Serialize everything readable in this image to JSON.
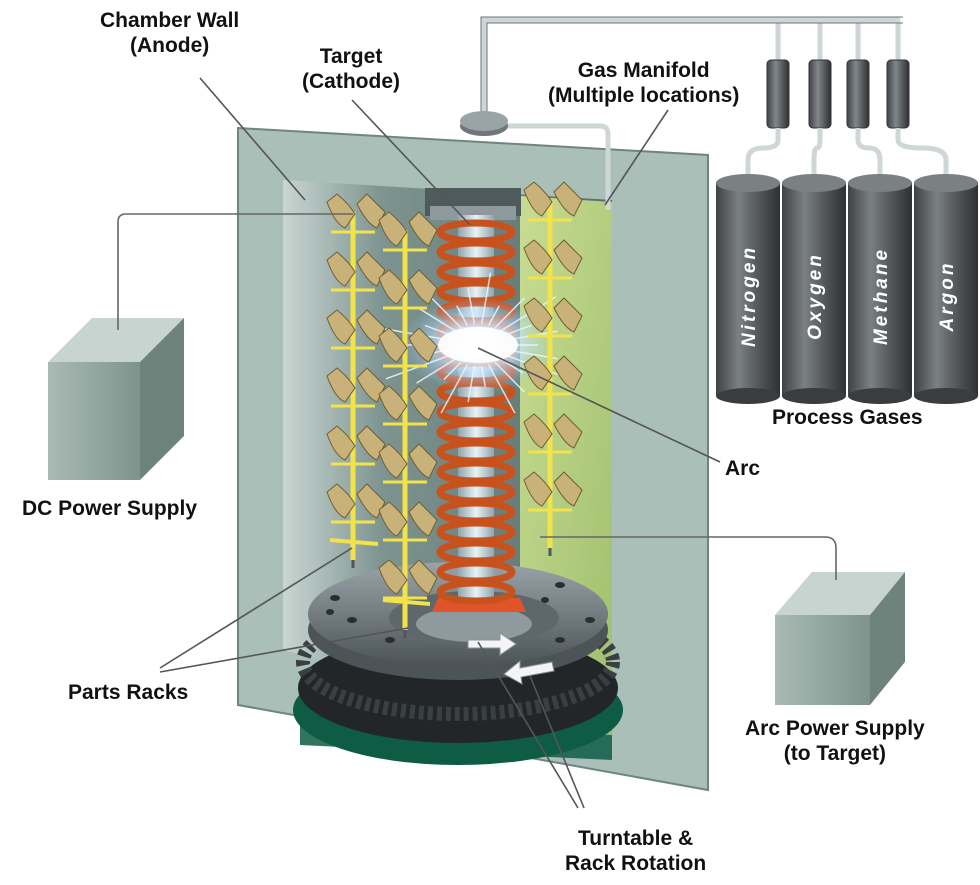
{
  "labels": {
    "chamber_wall": [
      "Chamber Wall",
      "(Anode)"
    ],
    "target": [
      "Target",
      "(Cathode)"
    ],
    "gas_manifold": [
      "Gas Manifold",
      "(Multiple locations)"
    ],
    "dc_power": "DC Power Supply",
    "arc": "Arc",
    "parts_racks": "Parts Racks",
    "arc_power": [
      "Arc Power Supply",
      "(to Target)"
    ],
    "turntable": [
      "Turntable &",
      "Rack Rotation"
    ],
    "process_gases": "Process Gases"
  },
  "gases": [
    "Nitrogen",
    "Oxygen",
    "Methane",
    "Argon"
  ],
  "colors": {
    "chamber": "#a9bfb8",
    "chamber_inner": "#6e8580",
    "green_glow": "#b7d08a",
    "coil": "#c8521e",
    "cylinder": "#5b5f62",
    "rack": "#f2e24c",
    "parts": "#c9b27a",
    "box": "#9fb1ab",
    "turntable": "#6b7377",
    "base_green": "#0f5c45"
  }
}
